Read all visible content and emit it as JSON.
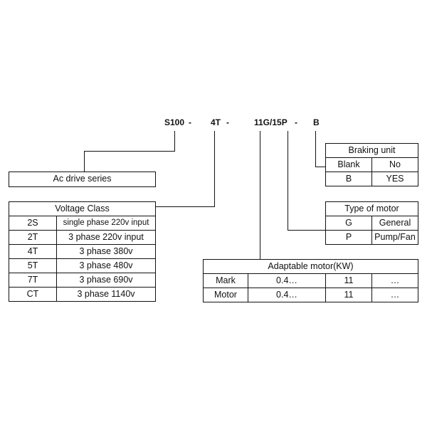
{
  "model_code": {
    "series": "S100",
    "voltage": "4T",
    "power": "11G/15P",
    "braking": "B",
    "sep1": "-",
    "sep2": "-",
    "sep3": "-"
  },
  "ac_drive_series": {
    "label": "Ac drive series"
  },
  "voltage_class": {
    "title": "Voltage Class",
    "rows": [
      {
        "code": "2S",
        "desc": "single phase 220v input"
      },
      {
        "code": "2T",
        "desc": "3 phase 220v input"
      },
      {
        "code": "4T",
        "desc": "3 phase 380v"
      },
      {
        "code": "5T",
        "desc": "3 phase 480v"
      },
      {
        "code": "7T",
        "desc": "3 phase 690v"
      },
      {
        "code": "CT",
        "desc": "3 phase 1140v"
      }
    ]
  },
  "braking_unit": {
    "title": "Braking unit",
    "rows": [
      {
        "code": "Blank",
        "desc": "No"
      },
      {
        "code": "B",
        "desc": "YES"
      }
    ]
  },
  "type_of_motor": {
    "title": "Type of motor",
    "rows": [
      {
        "code": "G",
        "desc": "General"
      },
      {
        "code": "P",
        "desc": "Pump/Fan"
      }
    ]
  },
  "adaptable_motor": {
    "title": "Adaptable motor(KW)",
    "rows": [
      {
        "label": "Mark",
        "v1": "0.4…",
        "v2": "11",
        "v3": "…"
      },
      {
        "label": "Motor",
        "v1": "0.4…",
        "v2": "11",
        "v3": "…"
      }
    ]
  }
}
